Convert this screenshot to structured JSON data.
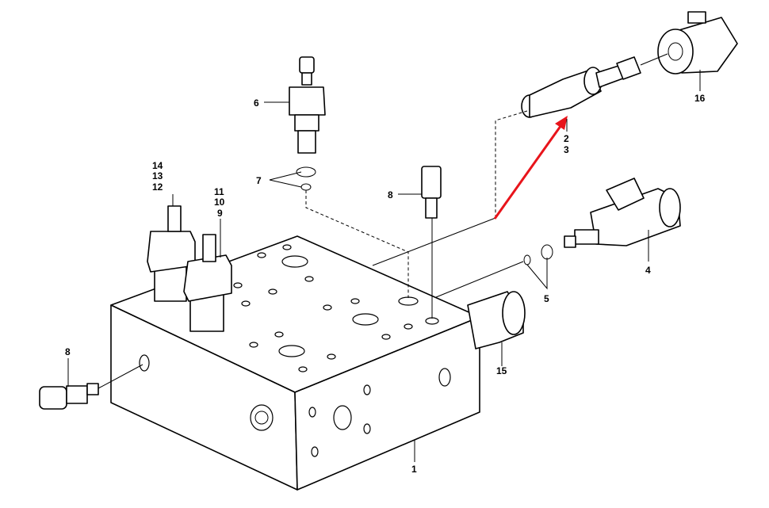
{
  "diagram": {
    "labels": {
      "p1": "1",
      "p2": "2",
      "p3": "3",
      "p4": "4",
      "p5": "5",
      "p6": "6",
      "p7": "7",
      "p8_top": "8",
      "p8_left": "8",
      "p9": "9",
      "p10": "10",
      "p11": "11",
      "p12": "12",
      "p13": "13",
      "p14": "14",
      "p15": "15",
      "p16": "16"
    },
    "highlight_color": "#e8141b"
  }
}
